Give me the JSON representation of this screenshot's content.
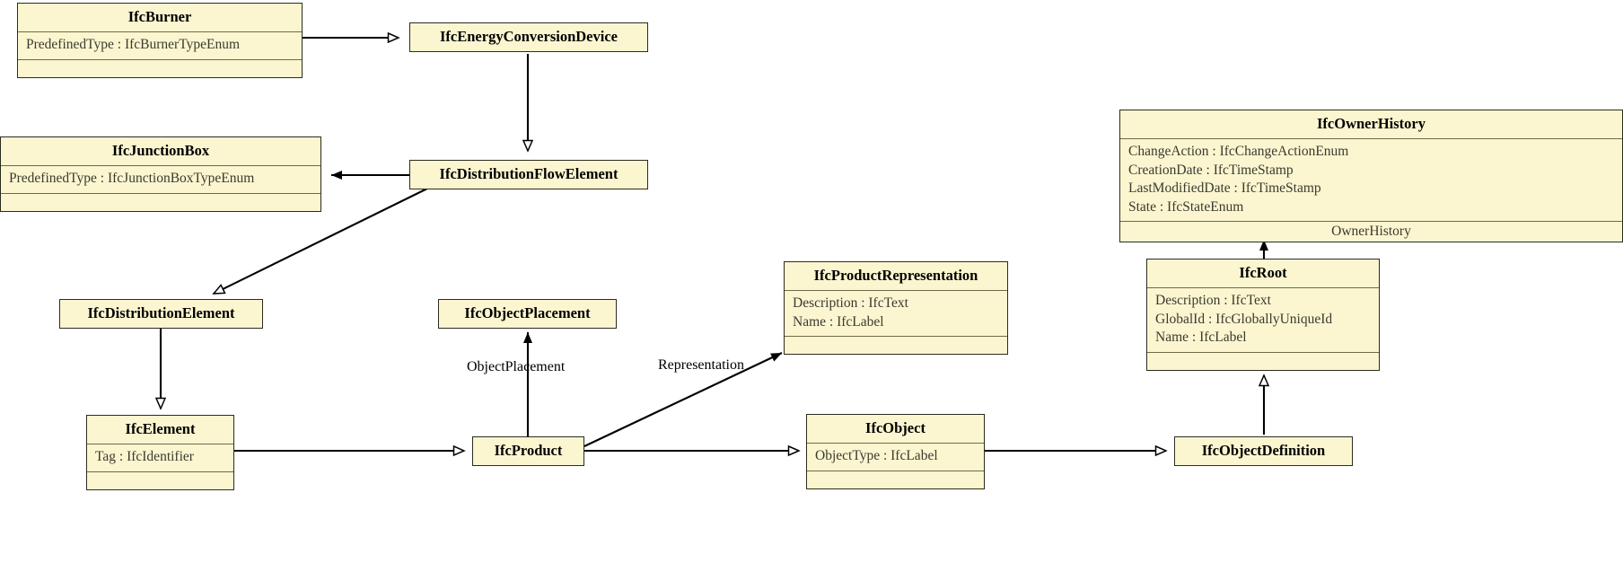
{
  "diagram": {
    "kind": "uml-class-diagram",
    "background_color": "#ffffff",
    "class_fill_color": "#fcf6d0",
    "class_border_color": "#2b2b1e",
    "line_color": "#000000",
    "classes": [
      {
        "id": "ifcburner",
        "name": "IfcBurner",
        "attributes": [
          "PredefinedType : IfcBurnerTypeEnum"
        ],
        "operations": [
          ""
        ]
      },
      {
        "id": "ifcenergyconversiondevice",
        "name": "IfcEnergyConversionDevice",
        "attributes": [],
        "operations": []
      },
      {
        "id": "ifcjunctionbox",
        "name": "IfcJunctionBox",
        "attributes": [
          "PredefinedType : IfcJunctionBoxTypeEnum"
        ],
        "operations": [
          ""
        ]
      },
      {
        "id": "ifcdistributionflowelement",
        "name": "IfcDistributionFlowElement",
        "attributes": [],
        "operations": []
      },
      {
        "id": "ifcownerhistory",
        "name": "IfcOwnerHistory",
        "attributes": [
          "ChangeAction : IfcChangeActionEnum",
          "CreationDate : IfcTimeStamp",
          "LastModifiedDate : IfcTimeStamp",
          "State : IfcStateEnum"
        ],
        "operations": [
          "OwnerHistory"
        ]
      },
      {
        "id": "ifcdistributionelement",
        "name": "IfcDistributionElement",
        "attributes": [],
        "operations": []
      },
      {
        "id": "ifcobjectplacement",
        "name": "IfcObjectPlacement",
        "attributes": [],
        "operations": []
      },
      {
        "id": "ifcproductrepresentation",
        "name": "IfcProductRepresentation",
        "attributes": [
          "Description : IfcText",
          "Name : IfcLabel"
        ],
        "operations": [
          ""
        ]
      },
      {
        "id": "ifcroot",
        "name": "IfcRoot",
        "attributes": [
          "Description : IfcText",
          "GlobalId : IfcGloballyUniqueId",
          "Name : IfcLabel"
        ],
        "operations": [
          ""
        ]
      },
      {
        "id": "ifcelement",
        "name": "IfcElement",
        "attributes": [
          "Tag : IfcIdentifier"
        ],
        "operations": [
          ""
        ]
      },
      {
        "id": "ifcproduct",
        "name": "IfcProduct",
        "attributes": [],
        "operations": []
      },
      {
        "id": "ifcobject",
        "name": "IfcObject",
        "attributes": [
          "ObjectType : IfcLabel"
        ],
        "operations": [
          ""
        ]
      },
      {
        "id": "ifcobjectdefinition",
        "name": "IfcObjectDefinition",
        "attributes": [],
        "operations": []
      }
    ],
    "edge_labels": [
      {
        "id": "objectplacement-label",
        "text": "ObjectPlacement"
      },
      {
        "id": "representation-label",
        "text": "Representation"
      }
    ],
    "relationships": [
      {
        "from": "IfcBurner",
        "to": "IfcEnergyConversionDevice",
        "type": "generalization"
      },
      {
        "from": "IfcEnergyConversionDevice",
        "to": "IfcDistributionFlowElement",
        "type": "generalization"
      },
      {
        "from": "IfcDistributionFlowElement",
        "to": "IfcJunctionBox",
        "type": "association"
      },
      {
        "from": "IfcDistributionFlowElement",
        "to": "IfcDistributionElement",
        "type": "generalization"
      },
      {
        "from": "IfcDistributionElement",
        "to": "IfcElement",
        "type": "generalization"
      },
      {
        "from": "IfcElement",
        "to": "IfcProduct",
        "type": "generalization"
      },
      {
        "from": "IfcProduct",
        "to": "IfcObjectPlacement",
        "type": "association",
        "label": "ObjectPlacement"
      },
      {
        "from": "IfcProduct",
        "to": "IfcProductRepresentation",
        "type": "association",
        "label": "Representation"
      },
      {
        "from": "IfcProduct",
        "to": "IfcObject",
        "type": "generalization"
      },
      {
        "from": "IfcObject",
        "to": "IfcObjectDefinition",
        "type": "generalization"
      },
      {
        "from": "IfcObjectDefinition",
        "to": "IfcRoot",
        "type": "generalization"
      },
      {
        "from": "IfcRoot",
        "to": "IfcOwnerHistory",
        "type": "association",
        "label": "OwnerHistory"
      }
    ]
  }
}
